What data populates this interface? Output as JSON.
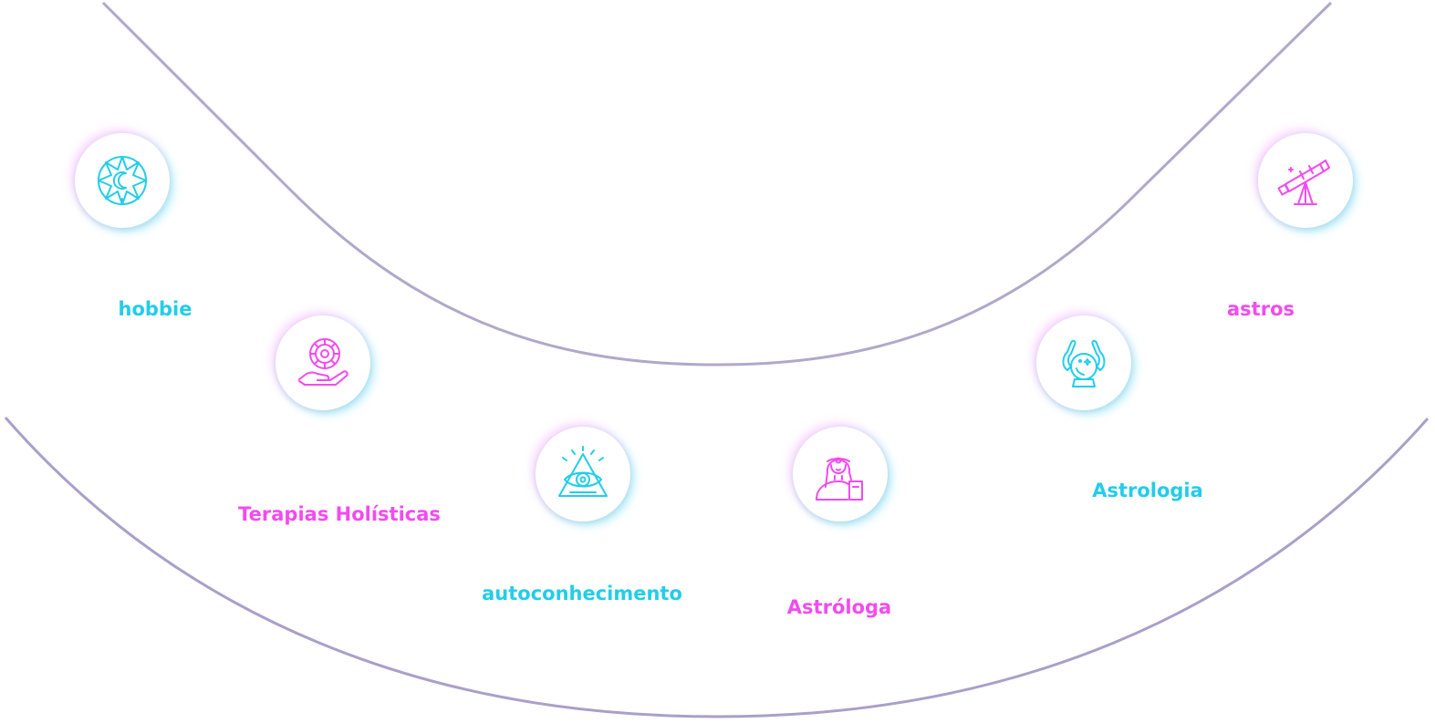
{
  "colors": {
    "cyan": "#22cdea",
    "pink": "#f24bf0",
    "arc": "#b1a8c9",
    "arc_outer": "#aa9fc9"
  },
  "items": [
    {
      "label": "hobbie",
      "icon": "compass-star-icon",
      "color": "cyan"
    },
    {
      "label": "Terapias Holísticas",
      "icon": "hand-mandala-icon",
      "color": "pink"
    },
    {
      "label": "autoconhecimento",
      "icon": "eye-pyramid-icon",
      "color": "cyan"
    },
    {
      "label": "Astróloga",
      "icon": "fortune-teller-icon",
      "color": "pink"
    },
    {
      "label": "Astrologia",
      "icon": "crystal-ball-hands-icon",
      "color": "cyan"
    },
    {
      "label": "astros",
      "icon": "telescope-icon",
      "color": "pink"
    }
  ]
}
